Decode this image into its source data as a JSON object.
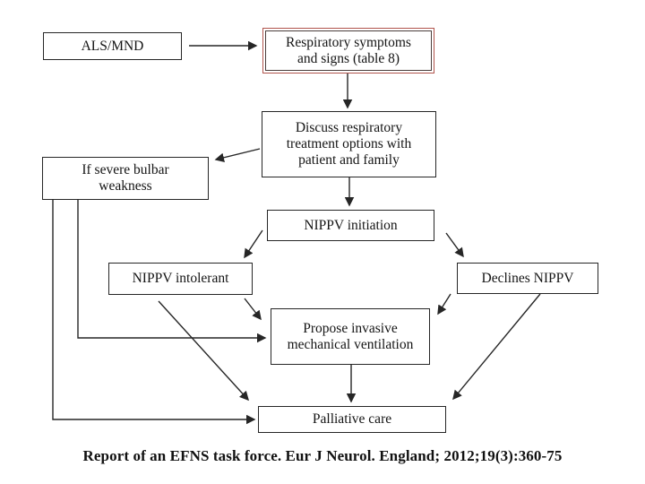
{
  "diagram": {
    "nodes": {
      "als_mnd": {
        "label": "ALS/MND"
      },
      "respiratory_signs": {
        "label": "Respiratory symptoms\nand signs (table 8)",
        "highlighted": true
      },
      "discuss_options": {
        "label": "Discuss respiratory\ntreatment options with\npatient and family"
      },
      "severe_bulbar": {
        "label": "If severe bulbar\nweakness"
      },
      "nippv_initiation": {
        "label": "NIPPV initiation"
      },
      "nippv_intolerant": {
        "label": "NIPPV intolerant"
      },
      "declines_nippv": {
        "label": "Declines NIPPV"
      },
      "propose_invasive": {
        "label": "Propose invasive\nmechanical ventilation"
      },
      "palliative_care": {
        "label": "Palliative care"
      }
    },
    "caption": "Report of an EFNS task force. Eur J Neurol. England; 2012;19(3):360-75",
    "colors": {
      "highlight_border": "#b0544c",
      "line": "#262626",
      "box_border": "#262626",
      "text": "#141414"
    }
  }
}
